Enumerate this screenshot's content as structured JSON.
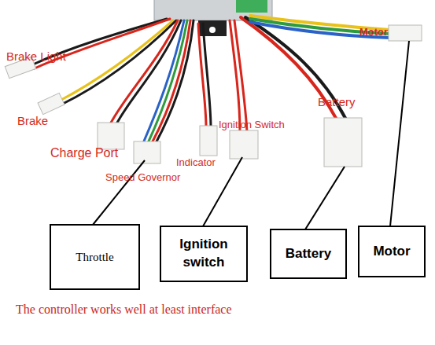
{
  "diagram": {
    "caption": "The controller works well at least interface",
    "nodes": [
      {
        "text": [
          "Throttle"
        ]
      },
      {
        "text": [
          "Ignition switch"
        ]
      },
      {
        "text": [
          "Battery"
        ]
      },
      {
        "text": [
          "Motor"
        ]
      }
    ],
    "labels": [
      "Motor",
      "Brake Light",
      "Battery",
      "Brake",
      "Ignition Switch",
      "Charge Port",
      "Indicator",
      "Speed Governor"
    ]
  }
}
